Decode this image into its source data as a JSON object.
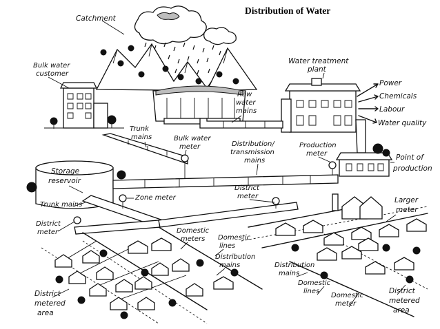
{
  "title": "Distribution of  Water",
  "labels": {
    "catchment": "Catchment",
    "bulk_water_customer_1": "Bulk water",
    "bulk_water_customer_2": "customer",
    "raw_water_mains_1": "Raw",
    "raw_water_mains_2": "water",
    "raw_water_mains_3": "mains",
    "water_treatment_plant_1": "Water treatment",
    "water_treatment_plant_2": "plant",
    "power": "Power",
    "chemicals": "Chemicals",
    "labour": "Labour",
    "water_quality": "Water quality",
    "trunk_mains_top_1": "Trunk",
    "trunk_mains_top_2": "mains",
    "bulk_water_meter_1": "Bulk water",
    "bulk_water_meter_2": "meter",
    "distribution_transmission_1": "Distribution/",
    "distribution_transmission_2": "transmission",
    "distribution_transmission_3": "mains",
    "production_meter_1": "Production",
    "production_meter_2": "meter",
    "point_of_production_1": "Point of",
    "point_of_production_2": "production",
    "storage_reservoir_1": "Storage",
    "storage_reservoir_2": "reservoir",
    "district_meter_mid_1": "District",
    "district_meter_mid_2": "meter",
    "zone_meter": "Zone meter",
    "trunk_mains_left": "Trunk mains",
    "district_meter_left_1": "District",
    "district_meter_left_2": "meter",
    "domestic_meters_1": "Domestic",
    "domestic_meters_2": "meters",
    "domestic_lines_1": "Domestic",
    "domestic_lines_2": "lines",
    "distribution_mains_mid_1": "Distribution",
    "distribution_mains_mid_2": "mains",
    "larger_meter_1": "Larger",
    "larger_meter_2": "meter",
    "distribution_mains_right_1": "Distribution",
    "distribution_mains_right_2": "mains",
    "domestic_lines_right_1": "Domestic",
    "domestic_lines_right_2": "lines",
    "domestic_meter_right_1": "Domestic",
    "domestic_meter_right_2": "meter",
    "district_metered_area_left_1": "District",
    "district_metered_area_left_2": "metered",
    "district_metered_area_left_3": "area",
    "district_metered_area_right_1": "District",
    "district_metered_area_right_2": "metered",
    "district_metered_area_right_3": "area"
  }
}
